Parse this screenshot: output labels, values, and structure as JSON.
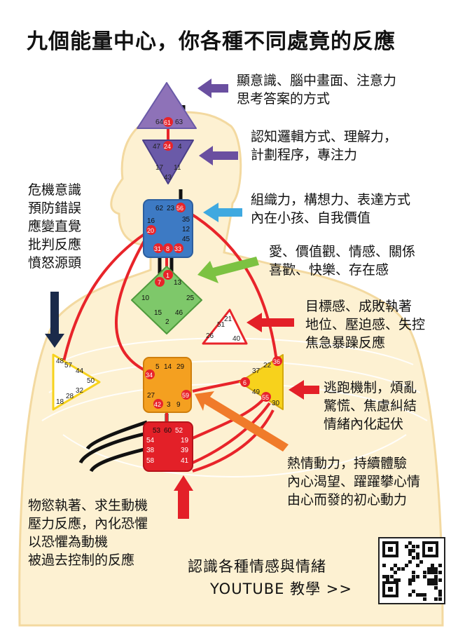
{
  "title": "九個能量中心，你各種不同處竟的反應",
  "colors": {
    "head": "#8e72b8",
    "ajna": "#6a5aa8",
    "throat": "#3d7ac4",
    "g": "#7ec86a",
    "heart": "#ffffff",
    "spleen": "#ffffff",
    "solar": "#f7d21c",
    "sacral": "#f4a020",
    "root": "#e32028",
    "body": "#fdf1d2",
    "channel": "#e8242a",
    "arrow_purple": "#6a4fa0",
    "arrow_blue": "#3fa9e0",
    "arrow_green": "#7cc242",
    "arrow_red": "#e32028",
    "arrow_orange": "#f07b2a",
    "arrow_navy": "#1a2a4a"
  },
  "centers": {
    "head": {
      "gates": [
        "64",
        "61",
        "63"
      ]
    },
    "ajna": {
      "gates": [
        "47",
        "24",
        "4",
        "17",
        "11",
        "43"
      ]
    },
    "throat": {
      "gates": [
        "62",
        "23",
        "56",
        "16",
        "35",
        "12",
        "20",
        "45",
        "31",
        "8",
        "33"
      ]
    },
    "g": {
      "gates": [
        "1",
        "7",
        "13",
        "10",
        "25",
        "15",
        "2",
        "46"
      ]
    },
    "heart": {
      "gates": [
        "21",
        "51",
        "26",
        "40"
      ]
    },
    "spleen": {
      "gates": [
        "48",
        "57",
        "44",
        "50",
        "32",
        "28",
        "18"
      ]
    },
    "solar": {
      "gates": [
        "36",
        "22",
        "37",
        "6",
        "49",
        "55",
        "30"
      ]
    },
    "sacral": {
      "gates": [
        "5",
        "14",
        "29",
        "34",
        "27",
        "59",
        "42",
        "3",
        "9"
      ]
    },
    "root": {
      "gates": [
        "53",
        "60",
        "52",
        "54",
        "19",
        "38",
        "39",
        "58",
        "41"
      ]
    }
  },
  "notes": {
    "head": [
      "顯意識、腦中畫面、注意力",
      "思考答案的方式"
    ],
    "ajna": [
      "認知邏輯方式、理解力，",
      "計劃程序，專注力"
    ],
    "throat": [
      "組織力，構想力、表達方式",
      "內在小孩、自我價值"
    ],
    "g": [
      "愛、價值觀、情感、關係",
      "喜歡、快樂、存在感"
    ],
    "heart": [
      "目標感、成敗執著",
      "地位、壓迫感、失控",
      "焦急暴躁反應"
    ],
    "spleen": [
      "危機意識",
      "預防錯誤",
      "應變直覺",
      "批判反應",
      "憤怒源頭"
    ],
    "solar": [
      "逃跑機制，煩亂",
      "驚慌、焦慮糾結",
      "情緒內化起伏"
    ],
    "sacral": [
      "熱情動力，持續體驗",
      "內心渴望、躍躍攀心情",
      "由心而發的初心動力"
    ],
    "root": [
      "物慾執著、求生動機",
      "壓力反應，內化恐懼",
      "以恐懼為動機",
      "被過去控制的反應"
    ]
  },
  "bottom": {
    "line1": "認識各種情感與情緒",
    "line2": "YOUTUBE 教學  >>"
  }
}
